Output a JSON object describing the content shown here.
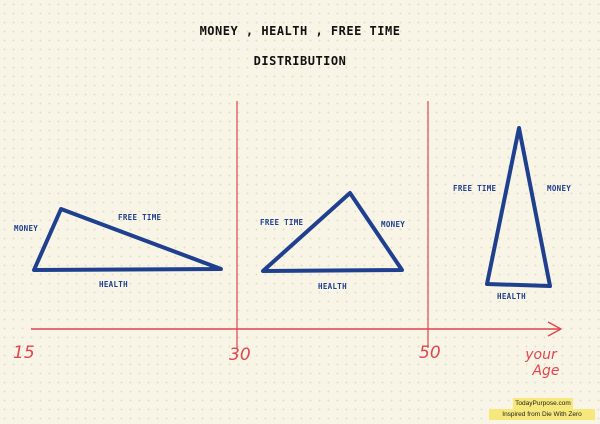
{
  "title": {
    "line1": "MONEY , HEALTH , FREE TIME",
    "line2": "DISTRIBUTION"
  },
  "axis": {
    "ticks": [
      "15",
      "30",
      "50"
    ],
    "end_label_line1": "your",
    "end_label_line2": "Age"
  },
  "stages": [
    {
      "money": "MONEY",
      "free_time": "FREE TIME",
      "health": "HEALTH"
    },
    {
      "money": "MONEY",
      "free_time": "FREE TIME",
      "health": "HEALTH"
    },
    {
      "money": "MONEY",
      "free_time": "FREE TIME",
      "health": "HEALTH"
    }
  ],
  "footer": {
    "site": "TodayPurpose.com",
    "credit": "Inspired from Die With Zero"
  },
  "colors": {
    "triangle": "#1f3f8f",
    "axis": "#e0454f",
    "title": "#111111",
    "background": "#f8f5e6",
    "footer_highlight": "#f6e87a"
  }
}
